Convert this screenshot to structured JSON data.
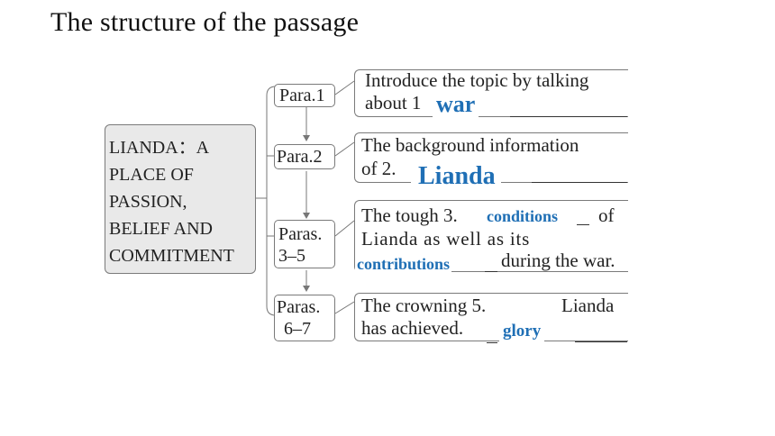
{
  "title": "The structure of the passage",
  "main_topic": [
    "LIANDA：A",
    "PLACE OF",
    "PASSION,",
    "BELIEF AND",
    "COMMITMENT"
  ],
  "paragraphs": [
    {
      "label_lines": [
        "Para.1"
      ]
    },
    {
      "label_lines": [
        "Para.2"
      ]
    },
    {
      "label_lines": [
        "Paras.",
        "3–5"
      ]
    },
    {
      "label_lines": [
        "Paras.",
        "6–7"
      ]
    }
  ],
  "descriptions": [
    {
      "line1": "Introduce the topic by talking",
      "line2": "about 1",
      "answer": "war"
    },
    {
      "line1": "The background information",
      "line2": "of 2.",
      "answer": "Lianda"
    },
    {
      "line1": "The tough 3.",
      "line1_end": "of",
      "line2": "Lianda as well as its",
      "line3_end": "during the war.",
      "answer1": "conditions",
      "answer2": "contributions"
    },
    {
      "line1": "The crowning 5.",
      "line1_end": "Lianda",
      "line2": "has achieved.",
      "answer": "glory"
    }
  ]
}
